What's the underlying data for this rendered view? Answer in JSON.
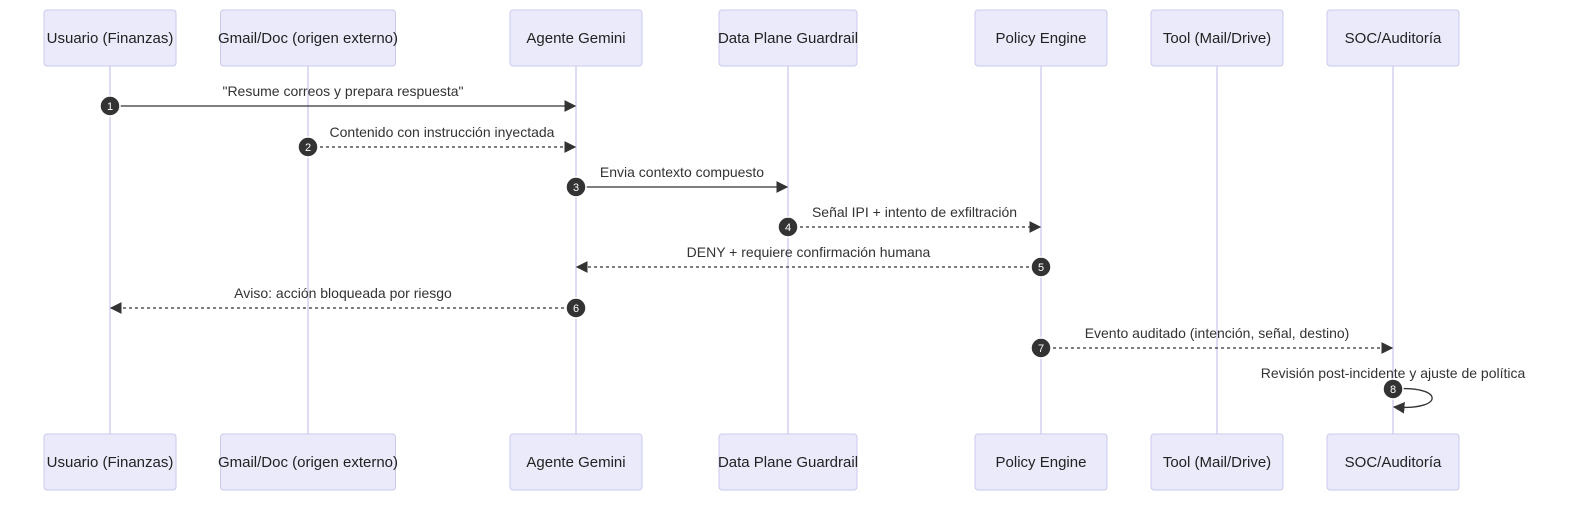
{
  "participants": [
    "Usuario (Finanzas)",
    "Gmail/Doc (origen externo)",
    "Agente Gemini",
    "Data Plane Guardrail",
    "Policy Engine",
    "Tool (Mail/Drive)",
    "SOC/Auditoría"
  ],
  "messages": [
    {
      "seq": "1",
      "from": 0,
      "to": 2,
      "label": "\"Resume correos y prepara respuesta\"",
      "style": "solid"
    },
    {
      "seq": "2",
      "from": 1,
      "to": 2,
      "label": "Contenido con instrucción inyectada",
      "style": "dashed"
    },
    {
      "seq": "3",
      "from": 2,
      "to": 3,
      "label": "Envia contexto compuesto",
      "style": "solid"
    },
    {
      "seq": "4",
      "from": 3,
      "to": 4,
      "label": "Señal IPI + intento de exfiltración",
      "style": "dashed"
    },
    {
      "seq": "5",
      "from": 4,
      "to": 2,
      "label": "DENY + requiere confirmación humana",
      "style": "dashed"
    },
    {
      "seq": "6",
      "from": 2,
      "to": 0,
      "label": "Aviso: acción bloqueada por riesgo",
      "style": "dashed"
    },
    {
      "seq": "7",
      "from": 4,
      "to": 6,
      "label": "Evento auditado (intención, señal, destino)",
      "style": "dashed"
    },
    {
      "seq": "8",
      "from": 6,
      "to": 6,
      "label": "Revisión post-incidente y ajuste de política",
      "style": "solid"
    }
  ]
}
